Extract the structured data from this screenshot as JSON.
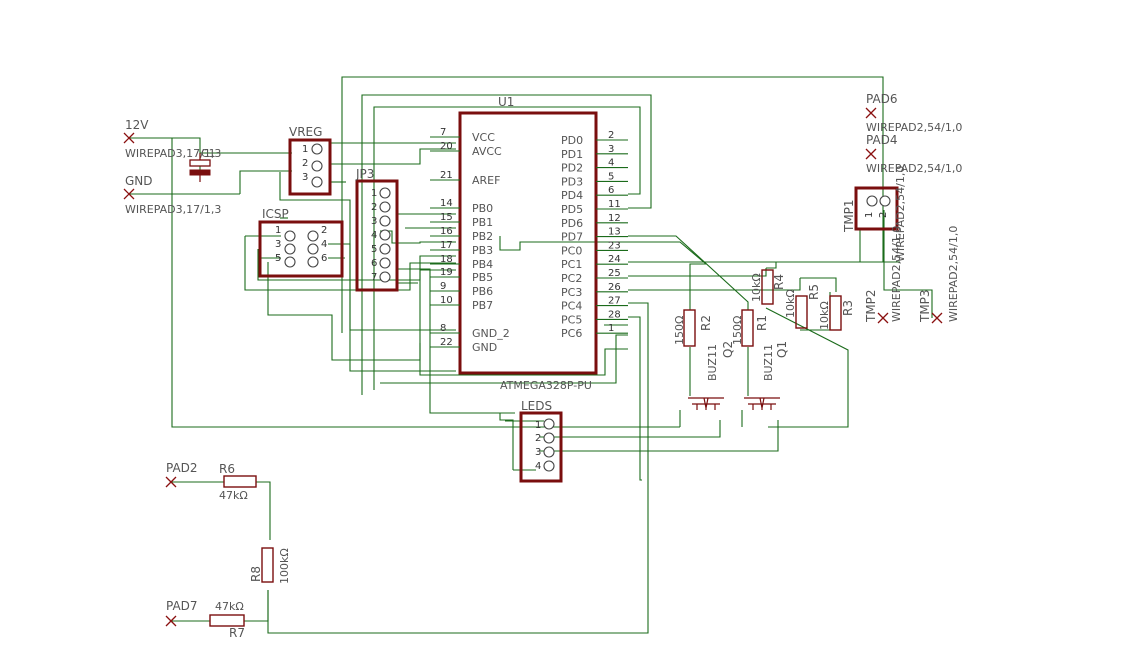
{
  "colors": {
    "wire": "#1b6b1b",
    "part_outline": "#7a0e0e",
    "text": "#555555",
    "background": "#ffffff"
  },
  "u1": {
    "name": "U1",
    "value": "ATMEGA328P-PU",
    "left_pins": [
      {
        "num": "7",
        "name": "VCC"
      },
      {
        "num": "20",
        "name": "AVCC"
      },
      {
        "num": "21",
        "name": "AREF"
      },
      {
        "num": "14",
        "name": "PB0"
      },
      {
        "num": "15",
        "name": "PB1"
      },
      {
        "num": "16",
        "name": "PB2"
      },
      {
        "num": "17",
        "name": "PB3"
      },
      {
        "num": "18",
        "name": "PB4"
      },
      {
        "num": "19",
        "name": "PB5"
      },
      {
        "num": "9",
        "name": "PB6"
      },
      {
        "num": "10",
        "name": "PB7"
      },
      {
        "num": "8",
        "name": "GND_2"
      },
      {
        "num": "22",
        "name": "GND"
      }
    ],
    "right_pins": [
      {
        "num": "2",
        "name": "PD0"
      },
      {
        "num": "3",
        "name": "PD1"
      },
      {
        "num": "4",
        "name": "PD2"
      },
      {
        "num": "5",
        "name": "PD3"
      },
      {
        "num": "6",
        "name": "PD4"
      },
      {
        "num": "11",
        "name": "PD5"
      },
      {
        "num": "12",
        "name": "PD6"
      },
      {
        "num": "13",
        "name": "PD7"
      },
      {
        "num": "23",
        "name": "PC0"
      },
      {
        "num": "24",
        "name": "PC1"
      },
      {
        "num": "25",
        "name": "PC2"
      },
      {
        "num": "26",
        "name": "PC3"
      },
      {
        "num": "27",
        "name": "PC4"
      },
      {
        "num": "28",
        "name": "PC5"
      },
      {
        "num": "1",
        "name": "PC6"
      }
    ]
  },
  "vreg": {
    "name": "VREG",
    "pins": [
      "1",
      "2",
      "3"
    ]
  },
  "jp3": {
    "name": "JP3",
    "pins": [
      "1",
      "2",
      "3",
      "4",
      "5",
      "6",
      "7"
    ]
  },
  "icsp": {
    "name": "ICSP",
    "left_pins": [
      "1",
      "3",
      "5"
    ],
    "right_pins": [
      "2",
      "4",
      "6"
    ]
  },
  "leds": {
    "name": "LEDS",
    "pins": [
      "1",
      "2",
      "3",
      "4"
    ]
  },
  "tmp1": {
    "name": "TMP1",
    "pins": [
      "1",
      "2"
    ],
    "value": "WIREPAD2,54/1,0"
  },
  "pads": {
    "v12": {
      "name": "12V",
      "value": "WIREPAD3,17/1,3"
    },
    "gnd": {
      "name": "GND",
      "value": "WIREPAD3,17/1,3"
    },
    "pad6": {
      "name": "PAD6",
      "value": "WIREPAD2,54/1,0"
    },
    "pad4": {
      "name": "PAD4",
      "value": "WIREPAD2,54/1,0"
    },
    "tmp2": {
      "name": "TMP2",
      "value": "WIREPAD2,54/1,0"
    },
    "tmp3": {
      "name": "TMP3",
      "value": "WIREPAD2,54/1,0"
    },
    "pad2": {
      "name": "PAD2"
    },
    "pad7": {
      "name": "PAD7"
    }
  },
  "c1": {
    "name": "C1"
  },
  "resistors": {
    "r1": {
      "name": "R1",
      "value": "150Ω"
    },
    "r2": {
      "name": "R2",
      "value": "150Ω"
    },
    "r3": {
      "name": "R3",
      "value": "10kΩ"
    },
    "r4": {
      "name": "R4",
      "value": "10kΩ"
    },
    "r5": {
      "name": "R5",
      "value": "10kΩ"
    },
    "r6": {
      "name": "R6",
      "value": "47kΩ"
    },
    "r7": {
      "name": "R7",
      "value": "47kΩ"
    },
    "r8": {
      "name": "R8",
      "value": "100kΩ"
    }
  },
  "transistors": {
    "q1": {
      "name": "Q1",
      "value": "BUZ11"
    },
    "q2": {
      "name": "Q2",
      "value": "BUZ11"
    }
  }
}
